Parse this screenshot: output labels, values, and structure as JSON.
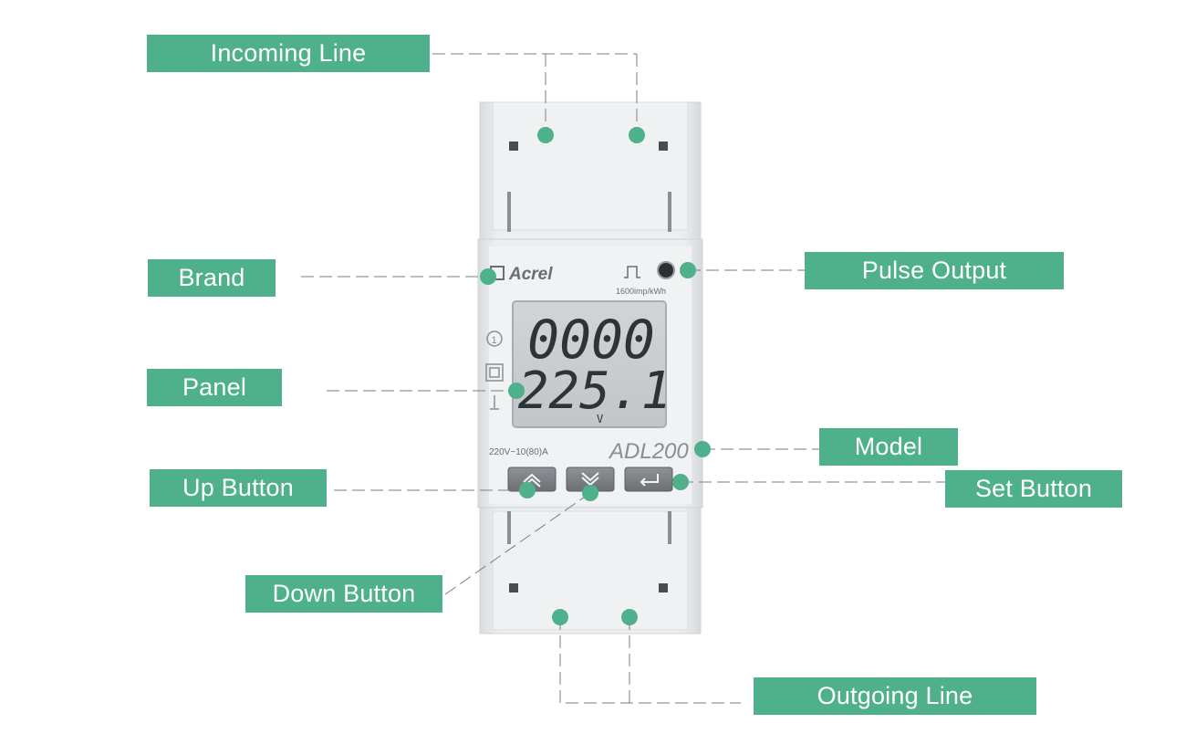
{
  "labels": {
    "incoming_line": "Incoming Line",
    "brand": "Brand",
    "panel": "Panel",
    "up_button": "Up Button",
    "down_button": "Down Button",
    "pulse_output": "Pulse Output",
    "model": "Model",
    "set_button": "Set Button",
    "outgoing_line": "Outgoing Line"
  },
  "device": {
    "brand_name": "Acrel",
    "pulse_constant": "1600imp/kWh",
    "lcd_line1": "0000",
    "lcd_line2": "225.1",
    "lcd_unit": "V",
    "rating": "220V~10(80)A",
    "model": "ADL200"
  },
  "colors": {
    "accent": "#4fb18b",
    "device_body": "#e9ebee",
    "lcd_background": "#c9ccd0"
  },
  "icons": [
    "pulse-wave-icon",
    "circled-one-icon",
    "double-square-icon",
    "ground-icon",
    "up-chevron-icon",
    "down-chevron-icon",
    "enter-arrow-icon"
  ]
}
